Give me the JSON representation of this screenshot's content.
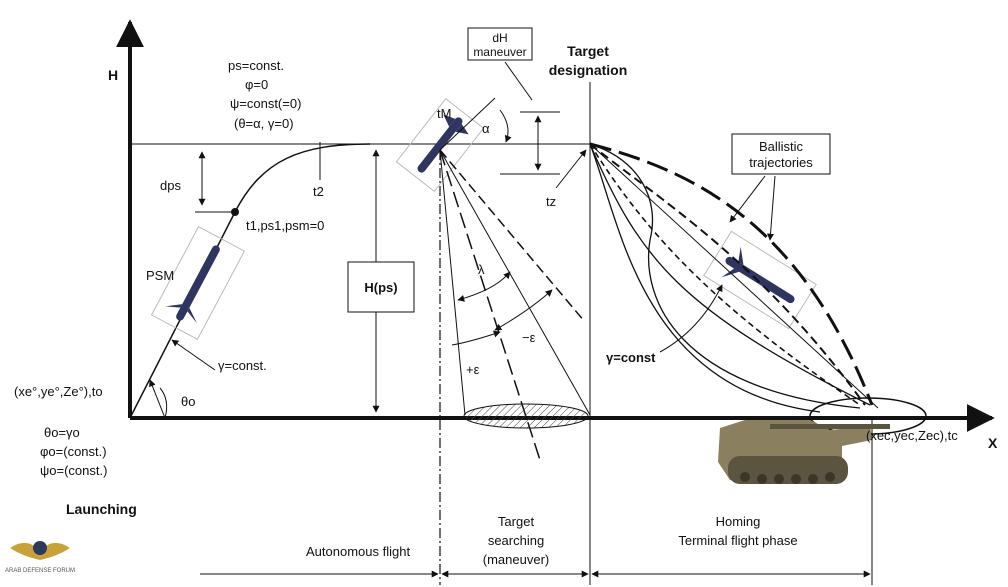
{
  "axes": {
    "y_label": "H",
    "x_label": "X"
  },
  "labels": {
    "launch_params": {
      "ps": "ps=const.",
      "phi": "φ=0",
      "psi": "ψ=const(=0)",
      "theta": "(θ=α, γ=0)"
    },
    "dps": "dps",
    "t2": "t2",
    "t1": "t1,ps1,psm=0",
    "psm": "PSM",
    "gamma_launch": "γ=const.",
    "theta0": "θo",
    "start_point": "(xe°,ye°,Ze°),to",
    "initial_conditions": {
      "theta": "θo=γo",
      "phi": "φo=(const.)",
      "psi": "ψo=(const.)"
    },
    "launching": "Launching",
    "height": "H(ps)",
    "tm": "tM",
    "alpha": "α",
    "dh_maneuver": {
      "line1": "dH",
      "line2": "maneuver"
    },
    "target_designation": {
      "line1": "Target",
      "line2": "designation"
    },
    "tz": "tz",
    "lambda": "λ",
    "minus_eps": "−ε",
    "plus_eps": "+ε",
    "ballistic": {
      "line1": "Ballistic",
      "line2": "trajectories"
    },
    "gamma_const": "γ=const",
    "end_point": "(xec,yec,Zec),tc",
    "phase_autonomous": "Autonomous flight",
    "phase_target_search": {
      "line1": "Target",
      "line2": "searching",
      "line3": "(maneuver)"
    },
    "phase_homing": {
      "line1": "Homing",
      "line2": "Terminal flight phase"
    },
    "watermark": "ARAB DEFENSE FORUM"
  }
}
